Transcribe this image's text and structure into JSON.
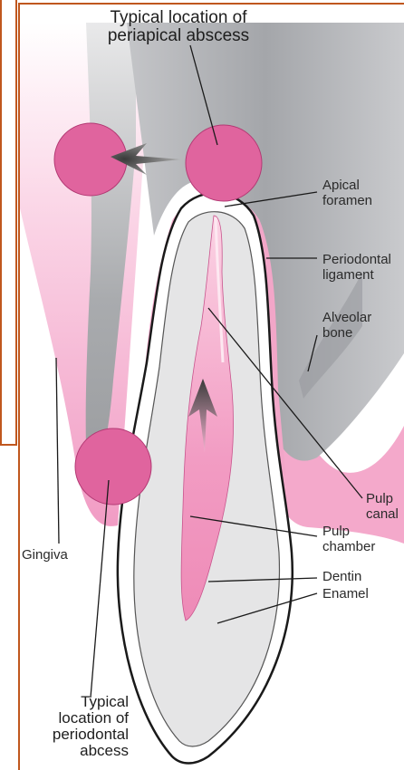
{
  "colors": {
    "frame": "#c0571e",
    "pink": "#e87aae",
    "abscess_pink": "#e0649e",
    "gum_pink": "#f5b4d1",
    "bone_gray": "#a9abae",
    "tooth_gray": "#e6e6e7",
    "outline": "#1a1a1a"
  },
  "labels": {
    "periapical_abscess": [
      "Typical location of",
      "periapical abscess"
    ],
    "apical_foramen": [
      "Apical",
      "foramen"
    ],
    "periodontal_ligament": [
      "Periodontal",
      "ligament"
    ],
    "alveolar_bone": [
      "Alveolar",
      "bone"
    ],
    "pulp_canal": [
      "Pulp",
      "canal"
    ],
    "gingiva": "Gingiva",
    "pulp_chamber": [
      "Pulp",
      "chamber"
    ],
    "dentin": "Dentin",
    "enamel": "Enamel",
    "periodontal_abscess": [
      "Typical",
      "location of",
      "periodontal",
      "abcess"
    ]
  },
  "icons": [
    "arrow-left-icon",
    "arrow-up-icon"
  ]
}
